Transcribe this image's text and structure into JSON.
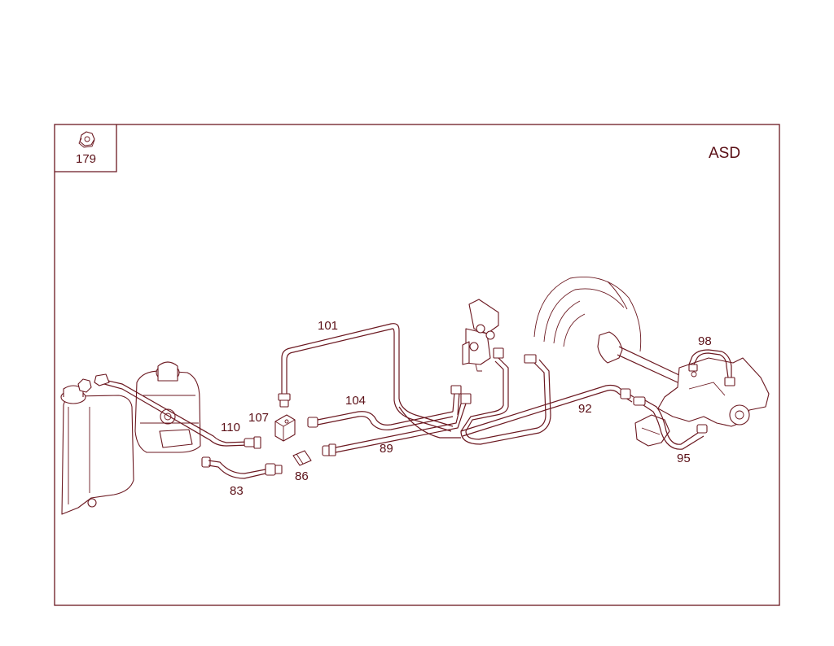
{
  "variant": "ASD",
  "inset": {
    "label": "179",
    "icon": "nut-icon"
  },
  "callouts": [
    "101",
    "104",
    "107",
    "110",
    "83",
    "86",
    "89",
    "92",
    "95",
    "98"
  ],
  "colors": {
    "line": "#6b1820",
    "text": "#5a0f16",
    "background": "#ffffff"
  }
}
